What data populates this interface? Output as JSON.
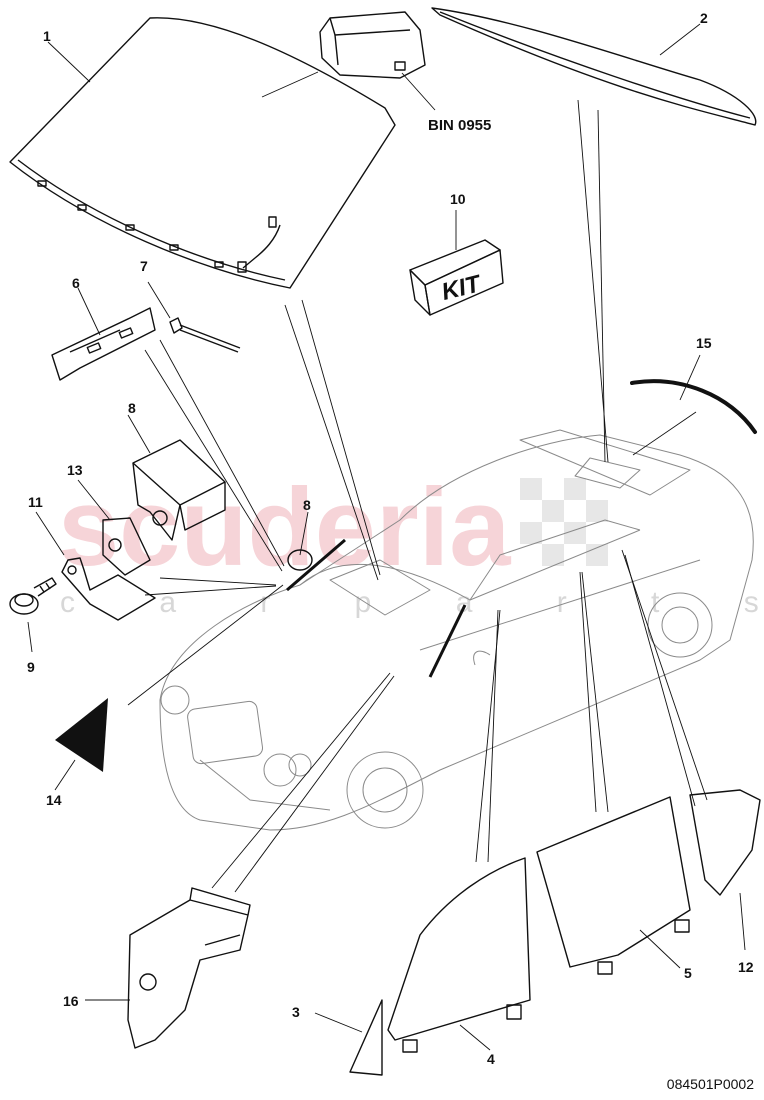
{
  "diagram": {
    "doc_code": "084501P0002",
    "bin_label": "BIN 0955",
    "kit_label": "KIT",
    "watermark": {
      "main": "scuderia",
      "sub": "c a r p a r t s"
    },
    "callouts": {
      "c1": "1",
      "c2": "2",
      "c3": "3",
      "c4": "4",
      "c5": "5",
      "c6": "6",
      "c7": "7",
      "c8a": "8",
      "c8b": "8",
      "c9": "9",
      "c10": "10",
      "c11": "11",
      "c12": "12",
      "c13": "13",
      "c14": "14",
      "c15": "15",
      "c16": "16"
    }
  }
}
